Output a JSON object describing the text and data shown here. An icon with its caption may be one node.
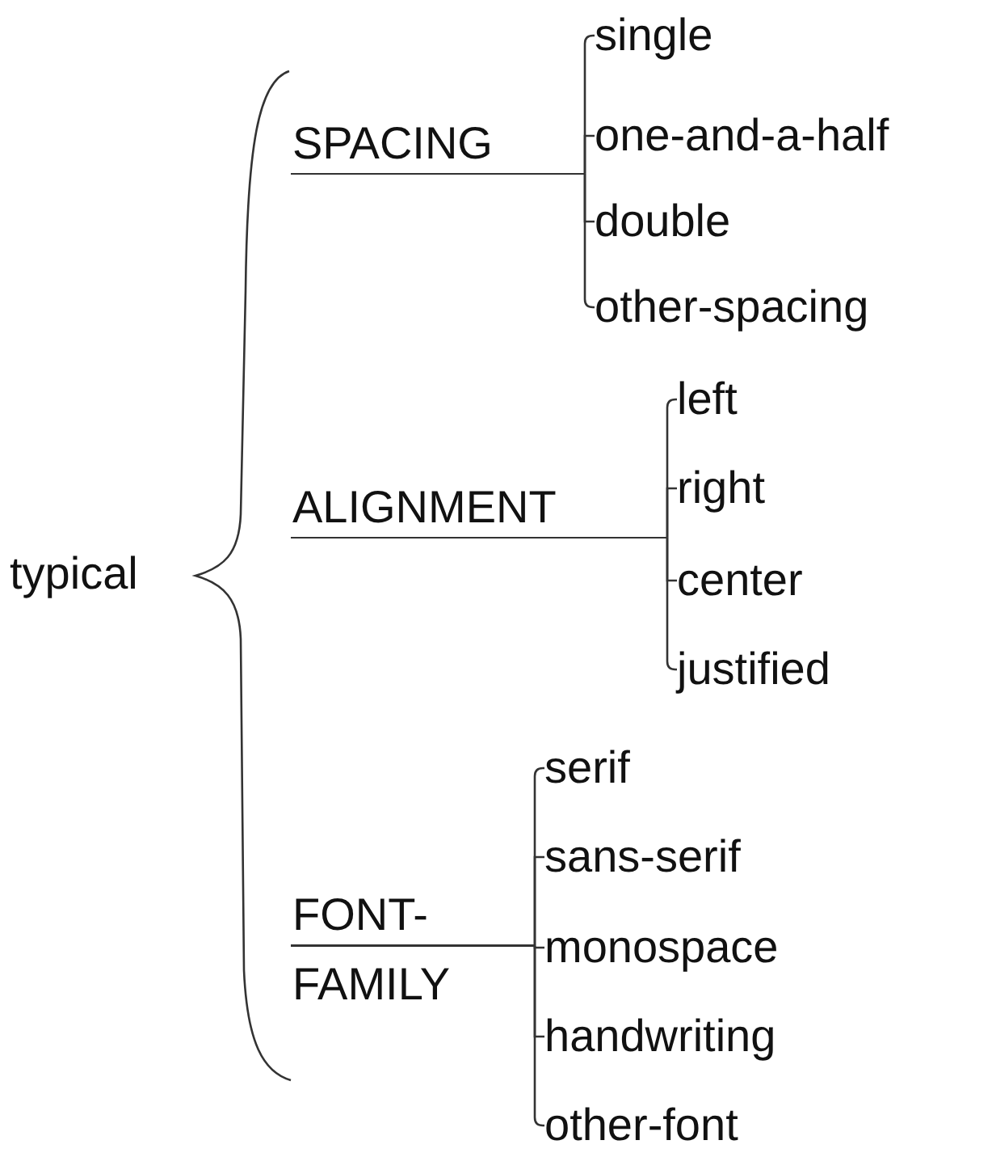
{
  "diagram": {
    "nodes": [
      {
        "text": [
          "typical"
        ]
      },
      {
        "text": [
          "SPACING"
        ]
      },
      {
        "text": [
          "single"
        ]
      },
      {
        "text": [
          "one-and-a-half"
        ]
      },
      {
        "text": [
          "double"
        ]
      },
      {
        "text": [
          "other-spacing"
        ]
      },
      {
        "text": [
          "ALIGNMENT"
        ]
      },
      {
        "text": [
          "left"
        ]
      },
      {
        "text": [
          "right"
        ]
      },
      {
        "text": [
          "center"
        ]
      },
      {
        "text": [
          "justified"
        ]
      },
      {
        "text": [
          "FONT- FAMILY"
        ]
      },
      {
        "text": [
          "serif"
        ]
      },
      {
        "text": [
          "sans-serif"
        ]
      },
      {
        "text": [
          "monospace"
        ]
      },
      {
        "text": [
          "handwriting"
        ]
      },
      {
        "text": [
          "other-font"
        ]
      }
    ],
    "edges": [
      {
        "from": 1,
        "to": 2,
        "arrow": "none"
      },
      {
        "from": 1,
        "to": 3,
        "arrow": "none"
      },
      {
        "from": 1,
        "to": 4,
        "arrow": "none"
      },
      {
        "from": 1,
        "to": 5,
        "arrow": "none"
      },
      {
        "from": 6,
        "to": 7,
        "arrow": "none"
      },
      {
        "from": 6,
        "to": 8,
        "arrow": "none"
      },
      {
        "from": 6,
        "to": 9,
        "arrow": "none"
      },
      {
        "from": 6,
        "to": 10,
        "arrow": "none"
      },
      {
        "from": 11,
        "to": 12,
        "arrow": "none"
      },
      {
        "from": 11,
        "to": 13,
        "arrow": "none"
      },
      {
        "from": 11,
        "to": 14,
        "arrow": "none"
      },
      {
        "from": 11,
        "to": 15,
        "arrow": "none"
      },
      {
        "from": 11,
        "to": 16,
        "arrow": "none"
      }
    ]
  }
}
